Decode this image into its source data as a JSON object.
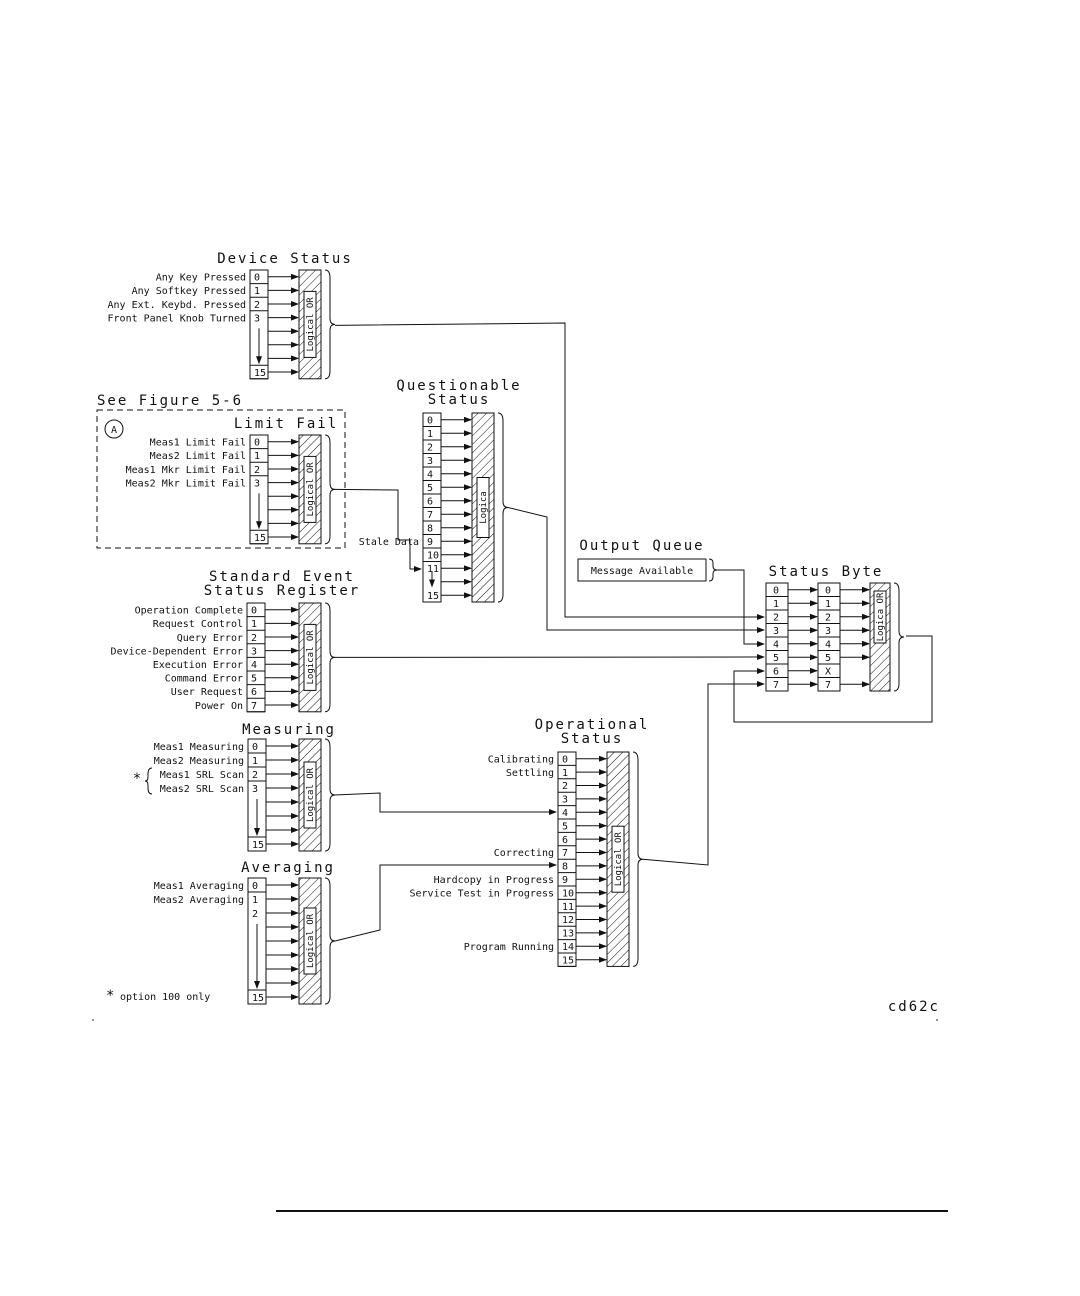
{
  "figure_ref": "See Figure 5-6",
  "marker_a": "A",
  "footnote_star": "*",
  "footnote": "option 100 only",
  "figure_id": "cd62c",
  "or_label": "Logical OR",
  "or_label_short": "Logica OR",
  "or_label_q": "Logica",
  "registers": {
    "device_status": {
      "title": [
        "Device Status"
      ],
      "bit_labels": [
        "0",
        "1",
        "2",
        "3",
        "15"
      ],
      "labels": [
        "Any Key Pressed",
        "Any Softkey Pressed",
        "Any Ext. Keybd. Pressed",
        "Front Panel Knob Turned"
      ]
    },
    "limit_fail": {
      "title": [
        "Limit Fail"
      ],
      "bit_labels": [
        "0",
        "1",
        "2",
        "3",
        "15"
      ],
      "labels": [
        "Meas1 Limit Fail",
        "Meas2 Limit Fail",
        "Meas1 Mkr Limit Fail",
        "Meas2 Mkr Limit Fail"
      ]
    },
    "questionable": {
      "title": [
        "Questionable",
        "Status"
      ],
      "bit_labels": [
        "0",
        "1",
        "2",
        "3",
        "4",
        "5",
        "6",
        "7",
        "8",
        "9",
        "10",
        "11",
        "15"
      ],
      "labels": [
        "Stale Data"
      ]
    },
    "standard_event": {
      "title": [
        "Standard Event",
        "Status Register"
      ],
      "bit_labels": [
        "0",
        "1",
        "2",
        "3",
        "4",
        "5",
        "6",
        "7"
      ],
      "labels": [
        "Operation Complete",
        "Request Control",
        "Query Error",
        "Device-Dependent Error",
        "Execution Error",
        "Command Error",
        "User Request",
        "Power On"
      ]
    },
    "measuring": {
      "title": [
        "Measuring"
      ],
      "bit_labels": [
        "0",
        "1",
        "2",
        "3",
        "15"
      ],
      "labels": [
        "Meas1 Measuring",
        "Meas2 Measuring",
        "Meas1 SRL Scan",
        "Meas2 SRL Scan"
      ]
    },
    "averaging": {
      "title": [
        "Averaging"
      ],
      "bit_labels": [
        "0",
        "1",
        "2",
        "15"
      ],
      "labels": [
        "Meas1 Averaging",
        "Meas2 Averaging"
      ]
    },
    "operational": {
      "title": [
        "Operational",
        "Status"
      ],
      "bit_labels": [
        "0",
        "1",
        "2",
        "3",
        "4",
        "5",
        "6",
        "7",
        "8",
        "9",
        "10",
        "11",
        "12",
        "13",
        "14",
        "15"
      ],
      "labels": [
        "Calibrating",
        "Settling",
        "Correcting",
        "Hardcopy in Progress",
        "Service Test in Progress",
        "Program Running"
      ]
    },
    "output_queue": {
      "title": [
        "Output Queue"
      ],
      "labels": [
        "Message Available"
      ]
    },
    "status_byte": {
      "title": [
        "Status Byte"
      ],
      "bit_labels": [
        "0",
        "1",
        "2",
        "3",
        "4",
        "5",
        "6",
        "7"
      ],
      "enable_labels": [
        "0",
        "1",
        "2",
        "3",
        "4",
        "5",
        "X",
        "7"
      ]
    }
  }
}
